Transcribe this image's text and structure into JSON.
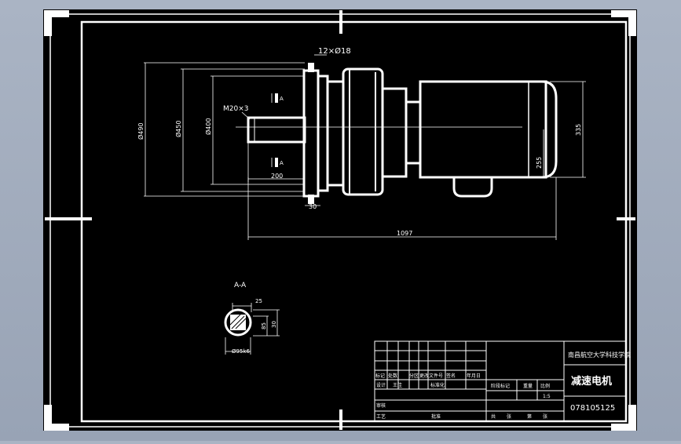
{
  "drawing": {
    "section_label": "A-A",
    "callouts": {
      "bolt_holes": "12×Ø18",
      "thread": "M20×3",
      "cut_a_upper": "A",
      "cut_a_lower": "A"
    },
    "dimensions": {
      "d490": "Ø490",
      "d450": "Ø450",
      "d400": "Ø400",
      "len200": "200",
      "len30": "30",
      "total1097": "1097",
      "h335": "335",
      "h255": "255",
      "key25": "25",
      "key30": "30",
      "key85": "85",
      "shaft95": "Ø95k6"
    }
  },
  "title_block": {
    "school": "南昌航空大学科技学院",
    "drawing_title": "减速电机",
    "drawing_number": "078105125",
    "scale": "1:5",
    "row_labels": [
      "标记",
      "处数",
      "分区",
      "更改文件号",
      "签名",
      "年月日"
    ],
    "design_label": "设计",
    "design_name": "王佳",
    "standardize_label": "标准化",
    "stage_label": "阶段标记",
    "weight_label": "重量",
    "ratio_label": "比例",
    "review_label": "审核",
    "craft_label": "工艺",
    "approve_label": "批准",
    "total_label": "共",
    "sheet_label": "张",
    "page_label": "第",
    "page_suffix": "张"
  }
}
